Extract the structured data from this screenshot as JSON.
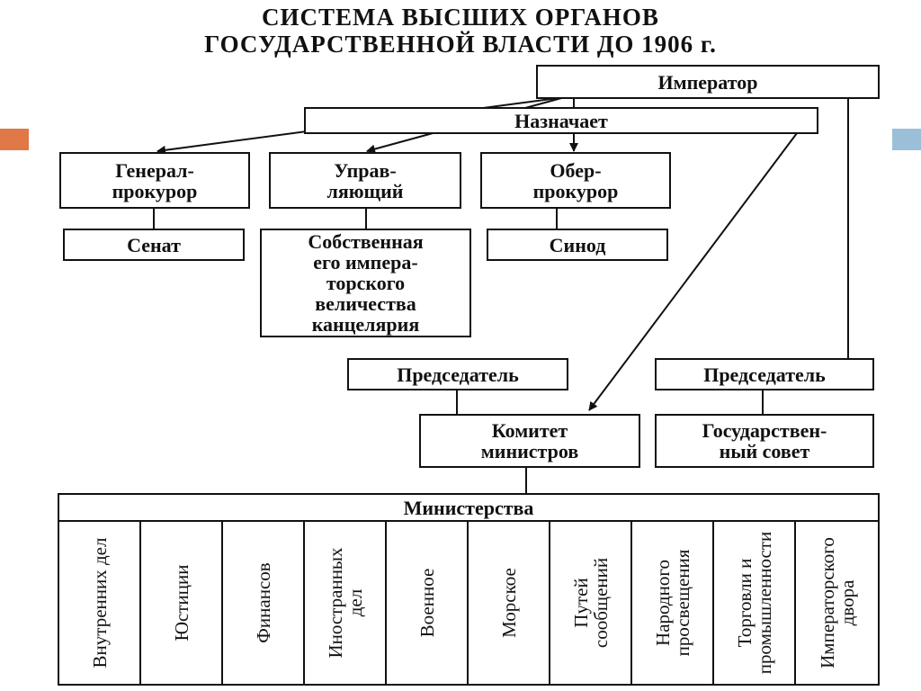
{
  "title": {
    "line1": "СИСТЕМА ВЫСШИХ ОРГАНОВ",
    "line2": "ГОСУДАРСТВЕННОЙ ВЛАСТИ ДО 1906 г."
  },
  "colors": {
    "accent_left": "#e07848",
    "accent_right": "#9bbfd9"
  },
  "nodes": {
    "emperor": "Император",
    "appoints": "Назначает",
    "general_prosecutor": "Генерал-\nпрокурор",
    "manager": "Управ-\nляющий",
    "ober_prosecutor": "Обер-\nпрокурор",
    "senate": "Сенат",
    "chancellery": "Собственная\nего импера-\nторского\nвеличества\nканцелярия",
    "synod": "Синод",
    "chairman_left": "Председатель",
    "chairman_right": "Председатель",
    "committee": "Комитет\nминистров",
    "state_council": "Государствен-\nный совет",
    "ministries_header": "Министерства"
  },
  "ministries": [
    "Внутренних дел",
    "Юстиции",
    "Финансов",
    "Иностранных\nдел",
    "Военное",
    "Морское",
    "Путей\nсообщений",
    "Народного\nпросвещения",
    "Торговли и\nпромышленности",
    "Императорского\nдвора"
  ]
}
